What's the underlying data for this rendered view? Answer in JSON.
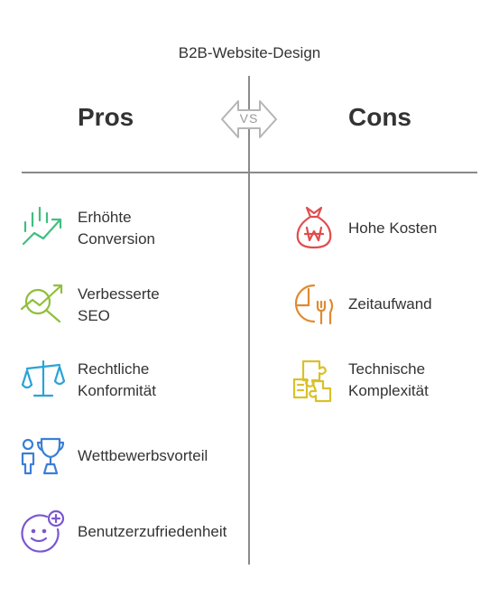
{
  "title": "B2B-Website-Design",
  "vs_label": "VS",
  "pros": {
    "heading": "Pros",
    "items": [
      {
        "line1": "Erhöhte",
        "line2": "Conversion",
        "icon": "growth-chart-icon",
        "color": "#3fbf7f"
      },
      {
        "line1": "Verbesserte",
        "line2": "SEO",
        "icon": "magnifier-trend-icon",
        "color": "#8fbf3a"
      },
      {
        "line1": "Rechtliche",
        "line2": "Konformität",
        "icon": "scales-icon",
        "color": "#2aa3d6"
      },
      {
        "line1": "Wettbewerbsvorteil",
        "line2": "",
        "icon": "people-trophy-icon",
        "color": "#3a7fd6"
      },
      {
        "line1": "Benutzerzufriedenheit",
        "line2": "",
        "icon": "smiley-plus-icon",
        "color": "#7a57d1"
      }
    ]
  },
  "cons": {
    "heading": "Cons",
    "items": [
      {
        "line1": "Hohe Kosten",
        "line2": "",
        "icon": "money-bag-icon",
        "color": "#e04d4d"
      },
      {
        "line1": "Zeitaufwand",
        "line2": "",
        "icon": "clock-fork-icon",
        "color": "#e08a2e"
      },
      {
        "line1": "Technische",
        "line2": "Komplexität",
        "icon": "puzzle-icon",
        "color": "#d9c12a"
      }
    ]
  }
}
